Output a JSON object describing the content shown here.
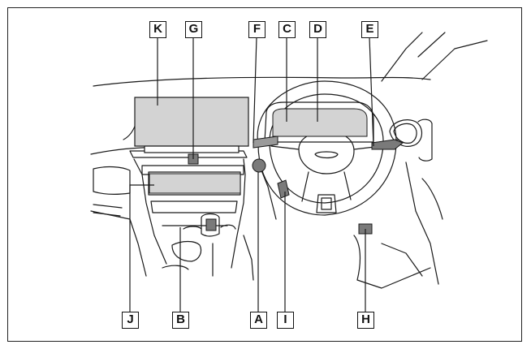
{
  "labels": {
    "A": "A",
    "B": "B",
    "C": "C",
    "D": "D",
    "E": "E",
    "F": "F",
    "G": "G",
    "H": "H",
    "I": "I",
    "J": "J",
    "K": "K"
  },
  "colors": {
    "stroke": "#1a1a1a",
    "fill_light": "#d3d3d3",
    "fill_dark": "#7a7a7a"
  }
}
